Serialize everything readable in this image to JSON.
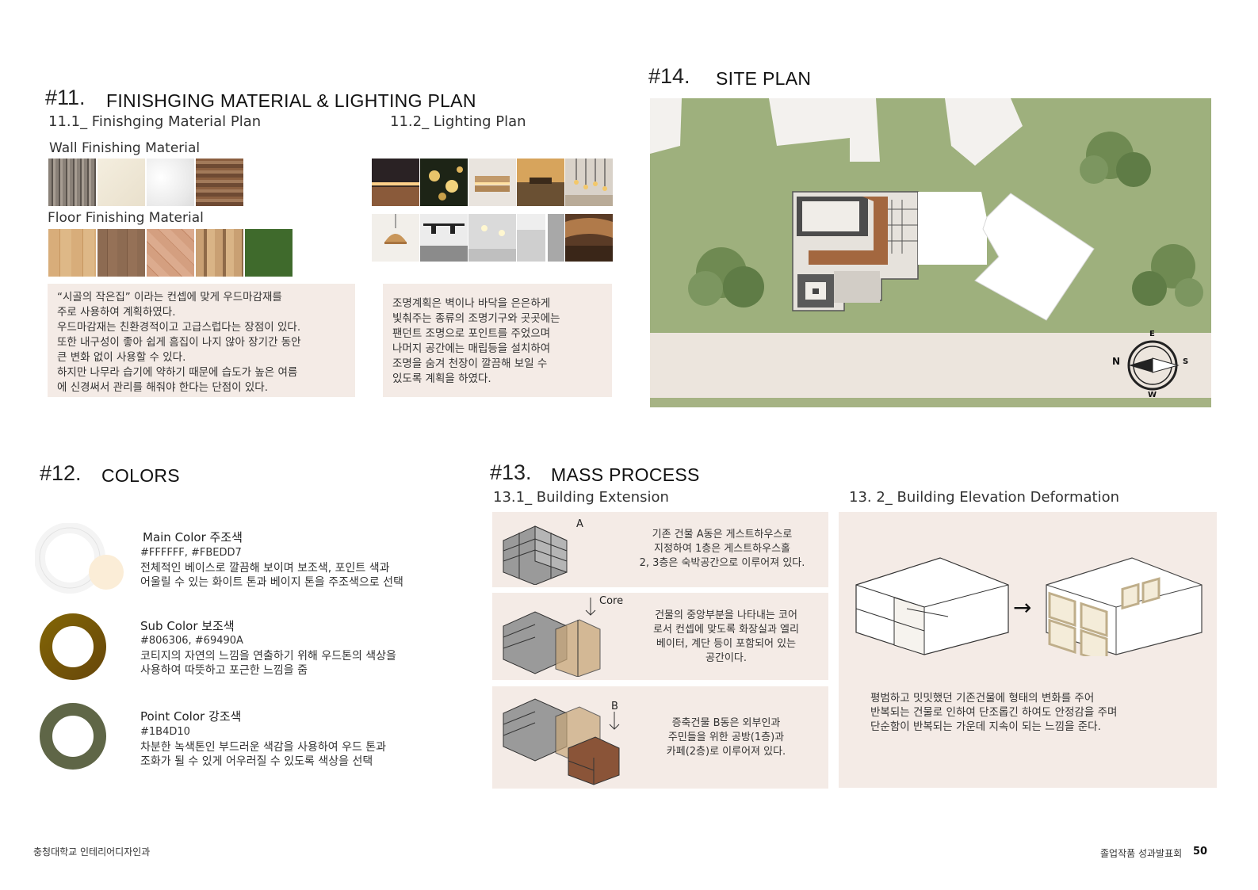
{
  "sec11": {
    "num": "#11.",
    "title": "FINISHGING MATERIAL & LIGHTING PLAN",
    "sub1": "11.1_ Finishging Material Plan",
    "sub2": "11.2_ Lighting Plan",
    "wall_label": "Wall Finishing Material",
    "floor_label": "Floor Finishing Material",
    "material_text": [
      "“시골의 작은집” 이라는 컨셉에 맞게 우드마감재를",
      "주로 사용하여 계획하였다.",
      "우드마감재는 친환경적이고 고급스럽다는 장점이 있다.",
      "또한 내구성이 좋아 쉽게 흠집이 나지 않아 장기간 동안",
      "큰 변화 없이 사용할 수 있다.",
      "하지만 나무라 습기에 약하기 때문에 습도가 높은 여름",
      "에 신경써서 관리를 해줘야 한다는 단점이 있다."
    ],
    "lighting_text": [
      "조명계획은 벽이나 바닥을 은은하게",
      "빛춰주는 종류의 조명기구와 곳곳에는",
      "팬던트 조명으로 포인트를 주었으며",
      "나머지 공간에는 매립등을 설치하여",
      "조명을 숨겨 천장이 깔끔해 보일 수",
      "있도록 계획을 하였다."
    ]
  },
  "sec14": {
    "num": "#14.",
    "title": "SITE PLAN",
    "compass": {
      "n": "N",
      "s": "S",
      "e": "E",
      "w": "W"
    }
  },
  "sec12": {
    "num": "#12.",
    "title": "COLORS",
    "colors": [
      {
        "label": "Main Color 주조색",
        "code": "#FFFFFF, #FBEDD7",
        "desc": [
          "전체적인 베이스로 깔끔해 보이며 보조색, 포인트 색과",
          "어울릴 수 있는 화이트 톤과 베이지 톤을 주조색으로 선택"
        ],
        "swatch": [
          "#FFFFFF",
          "#FBEDD7"
        ]
      },
      {
        "label": "Sub Color 보조색",
        "code": "#806306, #69490A",
        "desc": [
          "코티지의 자연의 느낌을 연출하기 위해 우드톤의 색상을",
          "사용하여 따뜻하고 포근한 느낌을 줌"
        ],
        "swatch": [
          "#806306",
          "#69490A"
        ]
      },
      {
        "label": "Point Color 강조색",
        "code": "#1B4D10",
        "desc": [
          "차분한 녹색톤인 부드러운 색감을 사용하여 우드 톤과",
          "조화가 될 수 있게 어우러질 수 있도록 색상을 선택"
        ],
        "swatch": [
          "#5f6647"
        ]
      }
    ]
  },
  "sec13": {
    "num": "#13.",
    "title": "MASS PROCESS",
    "sub1": "13.1_ Building Extension",
    "sub2": "13. 2_ Building Elevation Deformation",
    "steps": [
      {
        "tag": "A",
        "text": [
          "기존 건물 A동은 게스트하우스로",
          "지정하여 1층은 게스트하우스홀",
          "2, 3층은 숙박공간으로 이루어져 있다."
        ]
      },
      {
        "tag": "Core",
        "text": [
          "건물의 중앙부분을 나타내는 코어",
          "로서 컨셉에 맞도록 화장실과 엘리",
          "베이터, 계단 등이 포함되어 있는",
          "공간이다."
        ]
      },
      {
        "tag": "B",
        "text": [
          "증축건물 B동은 외부인과",
          "주민들을 위한 공방(1층)과",
          "카페(2층)로 이루어져 있다."
        ]
      }
    ],
    "arrow": "→",
    "deform_text": [
      "평범하고 밋밋했던 기존건물에 형태의 변화를 주어",
      "반복되는 건물로 인하여 단조롭긴 하여도 안정감을 주며",
      "단순함이 반복되는 가운데 지속이 되는 느낌을 준다."
    ]
  },
  "footer": {
    "left": "충청대학교 인테리어디자인과",
    "right": "졸업작품 성과발표회",
    "page": "50"
  }
}
